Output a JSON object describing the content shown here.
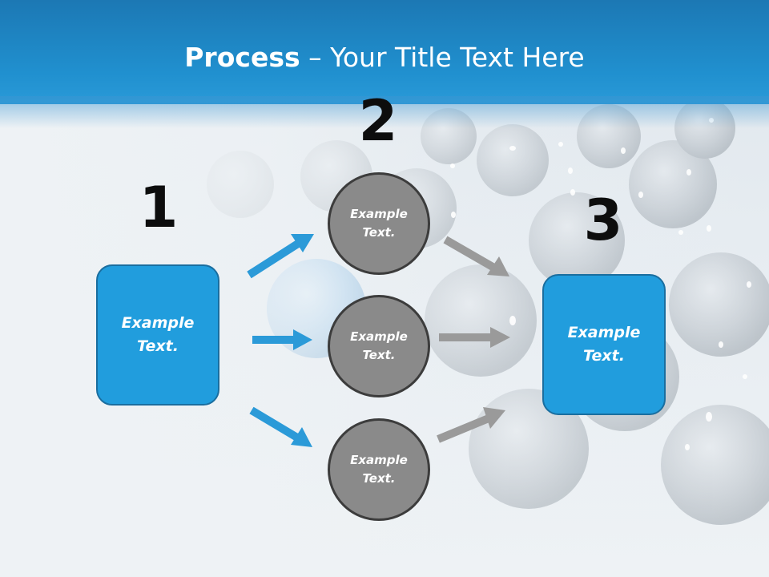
{
  "slide": {
    "title_bold": "Process",
    "title_rest": " – Your Title Text Here"
  },
  "steps": {
    "one": {
      "number": "1",
      "box_text": "Example\nText."
    },
    "two": {
      "number": "2",
      "circles": [
        "Example\nText.",
        "Example\nText.",
        "Example\nText."
      ]
    },
    "three": {
      "number": "3",
      "box_text": "Example\nText."
    }
  },
  "colors": {
    "header_blue": "#2090cf",
    "box_blue": "#219ddd",
    "circle_gray": "#8a8a8a",
    "arrow_blue": "#2b9ad8",
    "arrow_gray": "#9a9a9a"
  }
}
